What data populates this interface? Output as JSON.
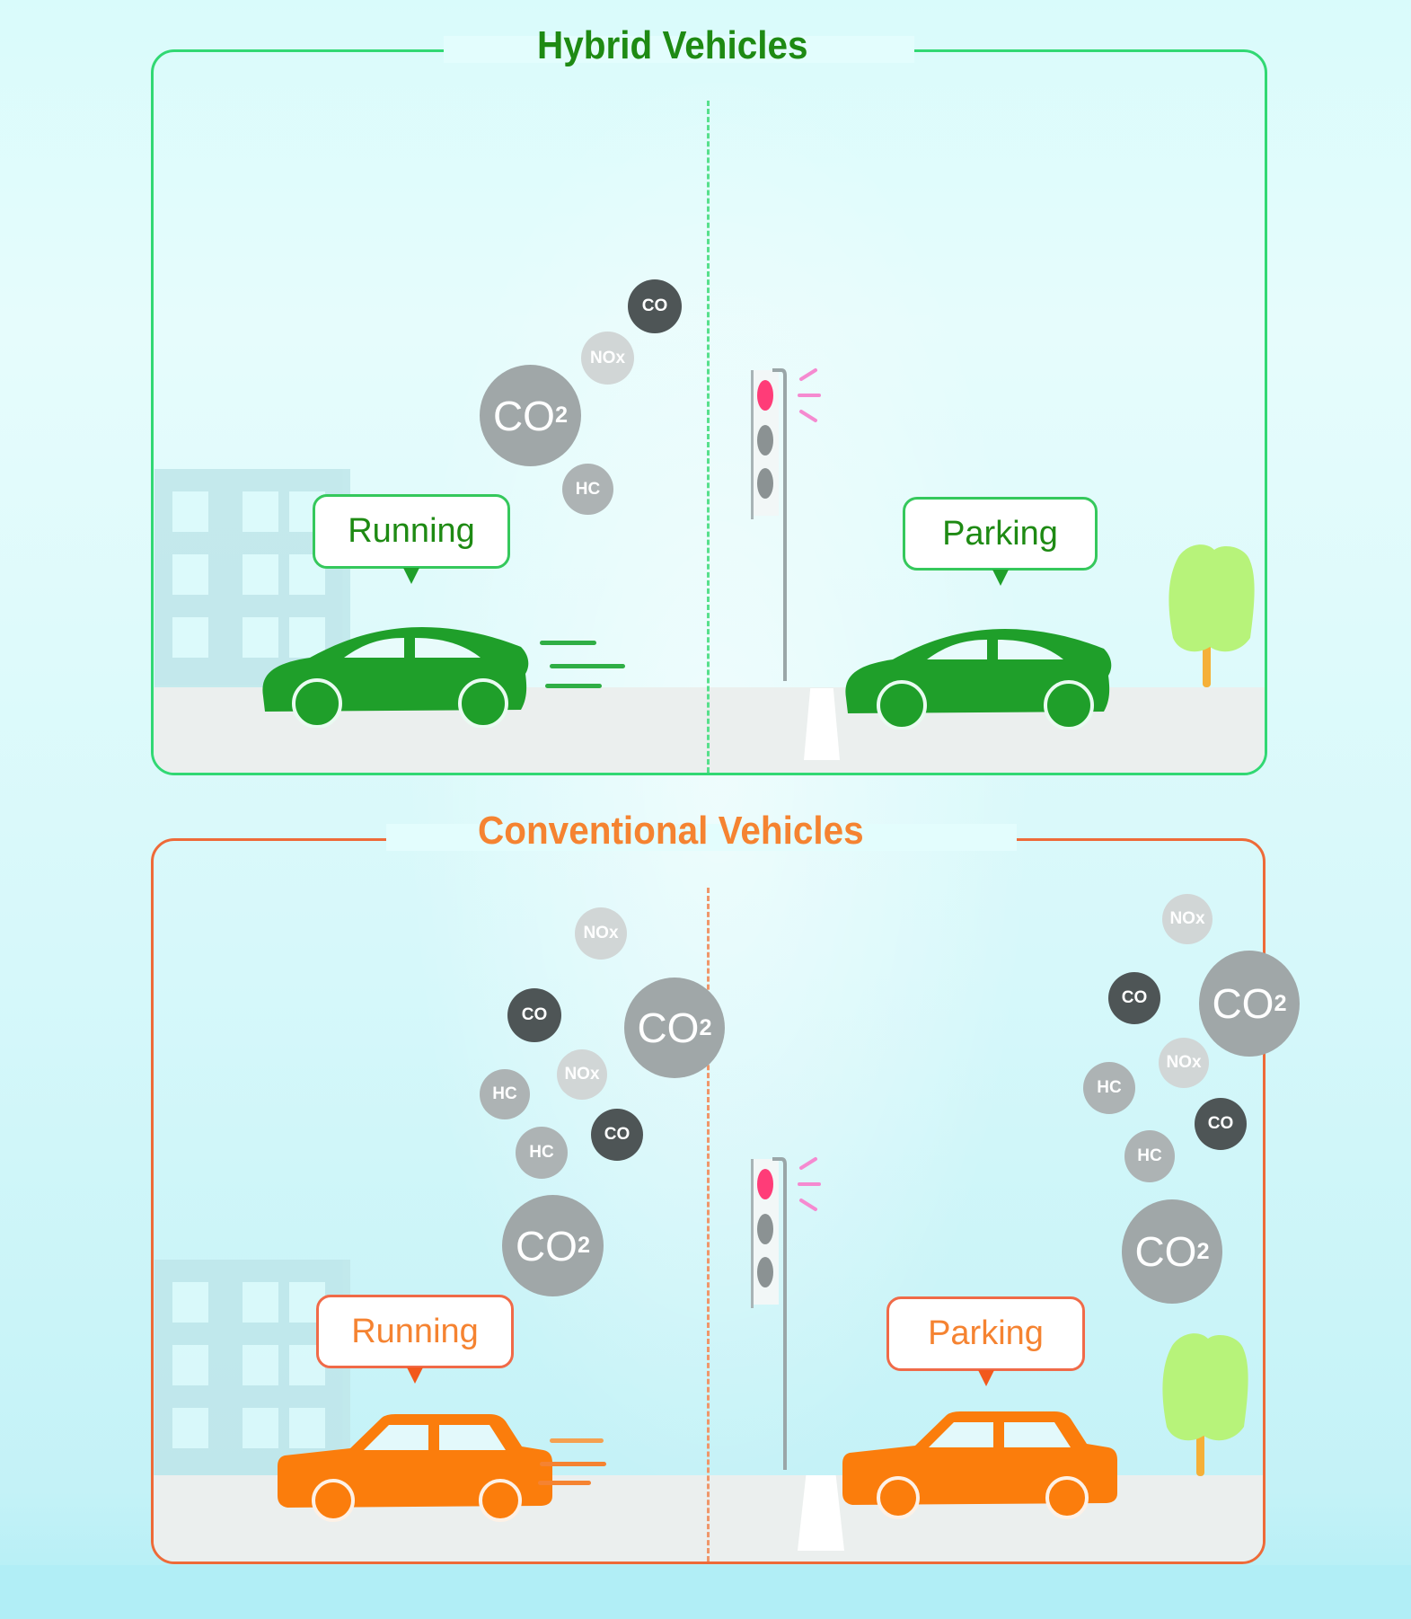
{
  "diagram": {
    "colors": {
      "hybrid_accent": "#1e8a13",
      "hybrid_border": "#31d873",
      "hybrid_car": "#1f9f2a",
      "conventional_accent": "#f58331",
      "conventional_border": "#ee6a38",
      "conventional_car": "#fb7d0c",
      "co_gas": "#4e5556",
      "co2_gas": "#a0a7a8",
      "hc_gas": "#adb3b4",
      "nox_gas": "#d1d6d6",
      "signal_red": "#ff3c78"
    },
    "panels": [
      {
        "id": "hybrid",
        "title": "Hybrid Vehicles",
        "scenes": [
          {
            "state_label": "Running",
            "emissions": [
              "CO",
              "NOx",
              "CO2",
              "HC"
            ]
          },
          {
            "state_label": "Parking",
            "emissions": []
          }
        ]
      },
      {
        "id": "conventional",
        "title": "Conventional Vehicles",
        "scenes": [
          {
            "state_label": "Running",
            "emissions": [
              "NOx",
              "CO",
              "CO2",
              "NOx",
              "HC",
              "CO",
              "HC",
              "CO2"
            ]
          },
          {
            "state_label": "Parking",
            "emissions": [
              "NOx",
              "CO",
              "CO2",
              "NOx",
              "HC",
              "CO",
              "HC",
              "CO2"
            ]
          }
        ]
      }
    ],
    "gas_labels": {
      "co": "CO",
      "co2_main": "CO",
      "co2_sub": "2",
      "hc": "HC",
      "nox": "NOx"
    },
    "icons": {
      "building": "building-icon",
      "traffic_light": "traffic-light-icon",
      "tree": "tree-icon",
      "hybrid_car": "hybrid-car-icon",
      "sedan_car": "sedan-car-icon",
      "motion_lines": "motion-lines-icon"
    }
  }
}
